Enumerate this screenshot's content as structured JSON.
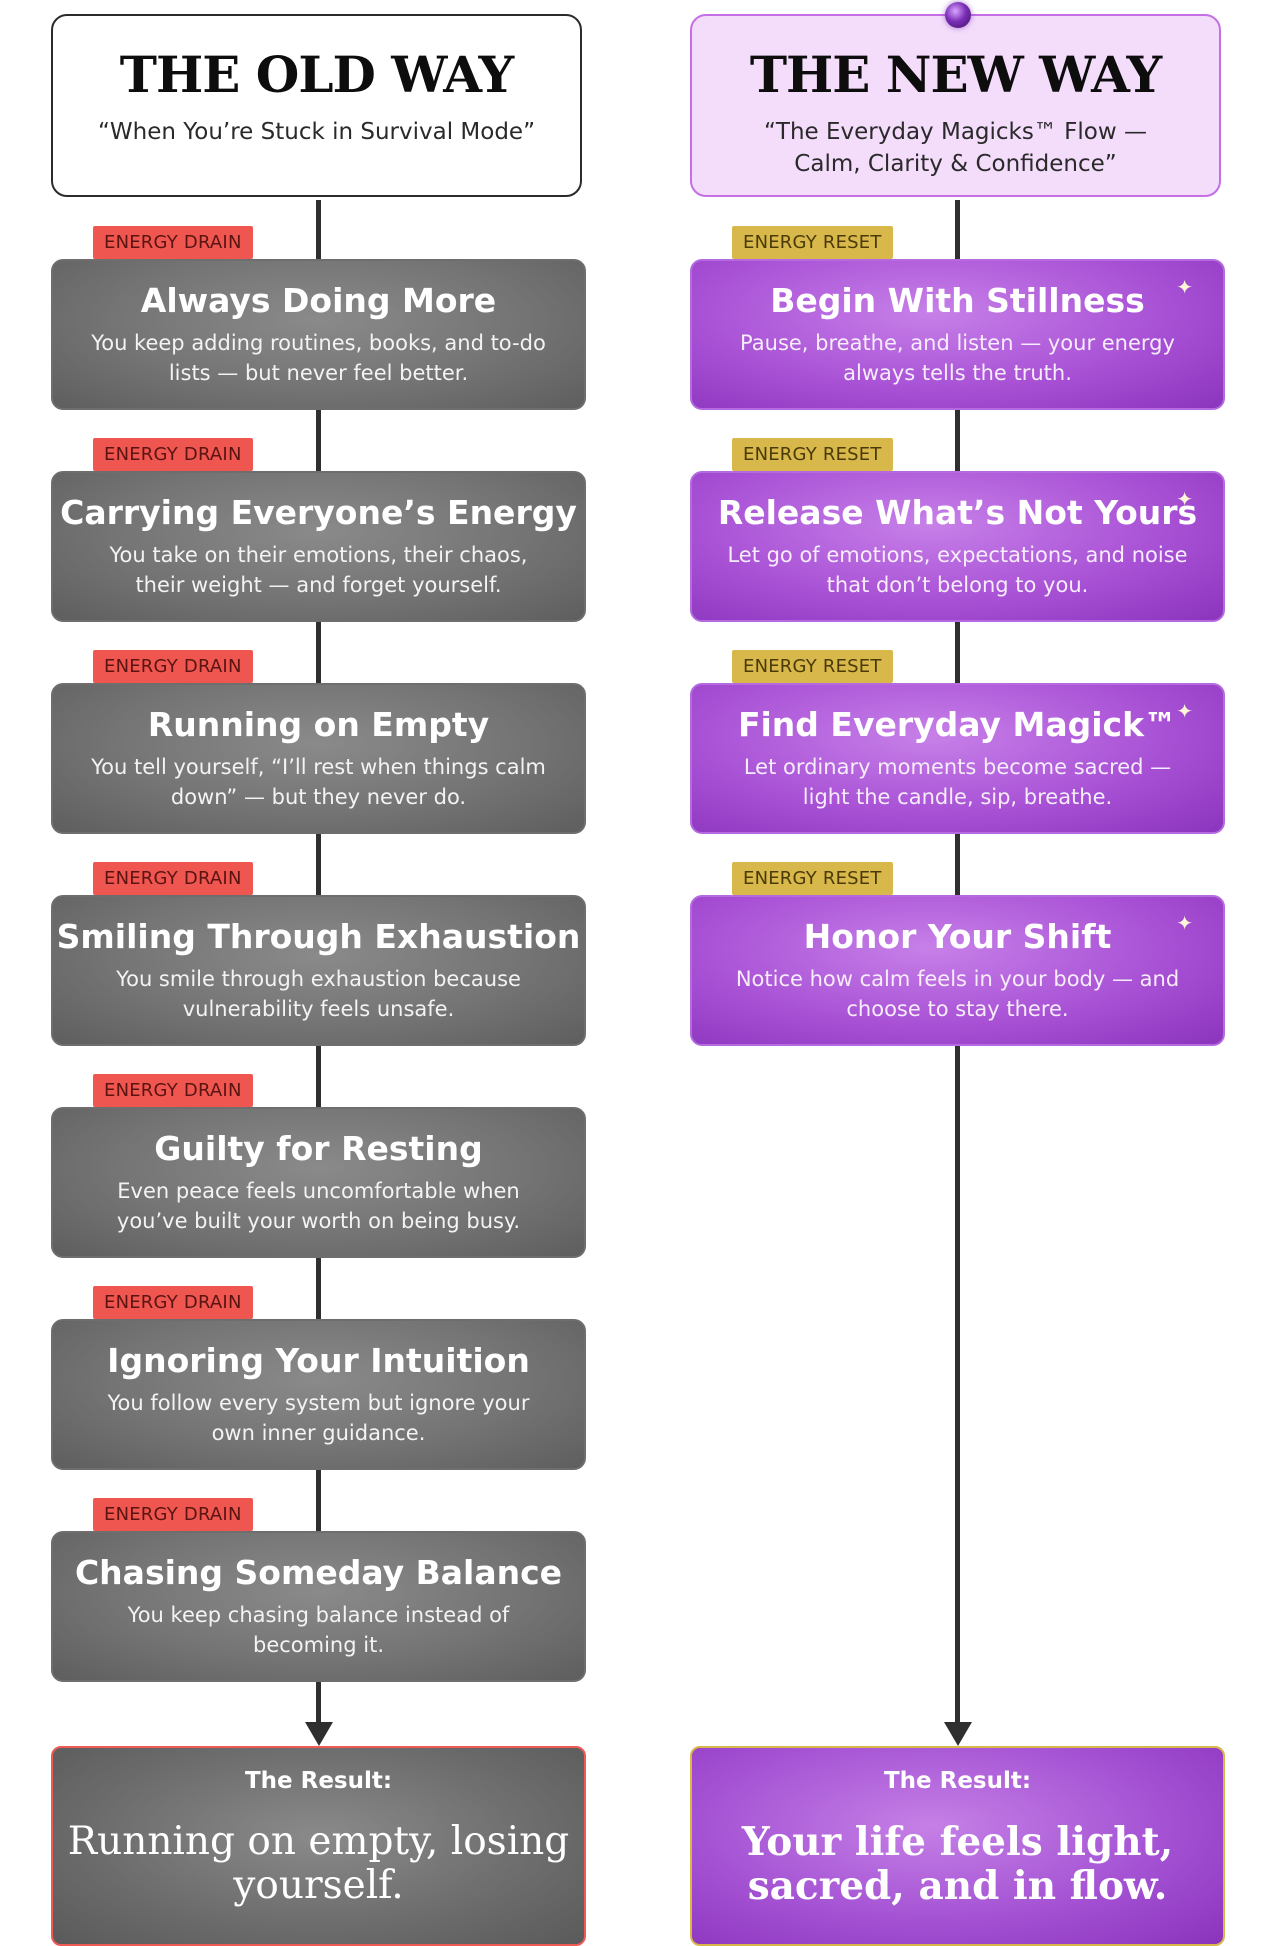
{
  "old_way": {
    "title": "THE OLD WAY",
    "subtitle": "“When You’re Stuck in Survival Mode”",
    "tag": "ENERGY DRAIN",
    "steps": [
      {
        "title": "Always Doing More",
        "desc": "You keep adding routines, books, and to-do lists — but never feel better."
      },
      {
        "title": "Carrying Everyone’s Energy",
        "desc": "You take on their emotions, their chaos, their weight — and forget yourself."
      },
      {
        "title": "Running on Empty",
        "desc": "You tell yourself, “I’ll rest when things calm down” — but they never do."
      },
      {
        "title": "Smiling Through Exhaustion",
        "desc": "You smile through exhaustion because vulnerability feels unsafe."
      },
      {
        "title": "Guilty for Resting",
        "desc": "Even peace feels uncomfortable when you’ve built your worth on being busy."
      },
      {
        "title": "Ignoring Your Intuition",
        "desc": "You follow every system but ignore your own inner guidance."
      },
      {
        "title": "Chasing Someday Balance",
        "desc": "You keep chasing balance instead of becoming it."
      }
    ],
    "result_label": "The Result:",
    "result_text": "Running on empty, losing yourself."
  },
  "new_way": {
    "title": "THE NEW WAY",
    "subtitle": "“The Everyday Magicks™ Flow — Calm, Clarity & Confidence”",
    "tag": "ENERGY RESET",
    "steps": [
      {
        "title": "Begin With Stillness",
        "desc": "Pause, breathe, and listen — your energy always tells the truth."
      },
      {
        "title": "Release What’s Not Yours",
        "desc": "Let go of emotions, expectations, and noise that don’t belong to you."
      },
      {
        "title": "Find Everyday Magick™",
        "desc": "Let ordinary moments become sacred — light the candle, sip, breathe."
      },
      {
        "title": "Honor Your Shift",
        "desc": "Notice how calm feels in your body — and choose to stay there."
      }
    ],
    "result_label": "The Result:",
    "result_text": "Your life feels light, sacred, and in flow."
  },
  "colors": {
    "drain_tag": "#ef5650",
    "reset_tag": "#d8b84a",
    "old_card": "#747474",
    "new_card": "#a952d6",
    "new_header_bg": "#f4dcfb"
  },
  "icons": {
    "sparkle": "sparkle-icon",
    "orb": "crystal-orb-icon"
  }
}
